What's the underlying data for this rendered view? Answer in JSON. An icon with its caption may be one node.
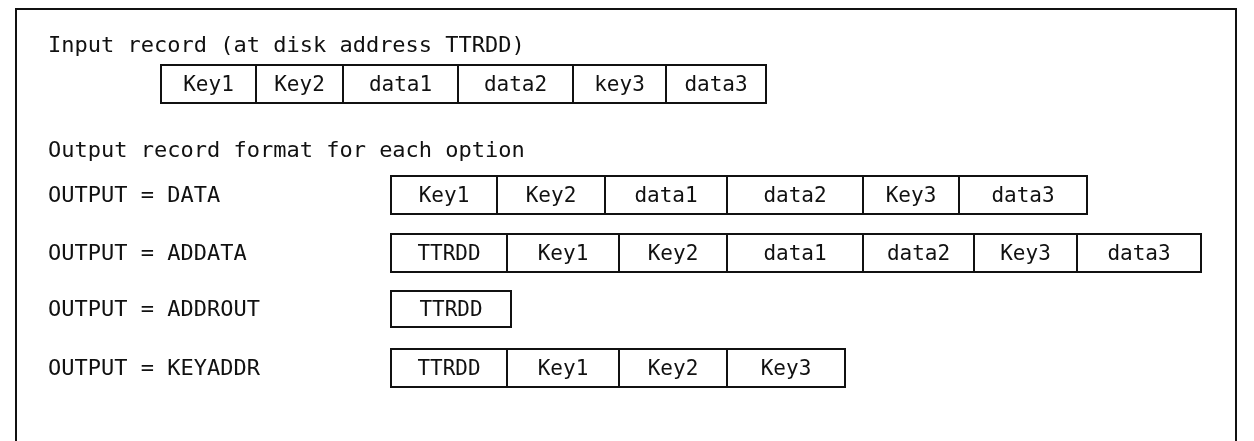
{
  "diagram": {
    "nodes": [
      {
        "text": [
          "Key1"
        ]
      },
      {
        "text": [
          "Key2"
        ]
      },
      {
        "text": [
          "data1"
        ]
      },
      {
        "text": [
          "data2"
        ]
      },
      {
        "text": [
          "key3"
        ]
      },
      {
        "text": [
          "data3"
        ]
      },
      {
        "text": [
          "Key1"
        ]
      },
      {
        "text": [
          "Key2"
        ]
      },
      {
        "text": [
          "data1"
        ]
      },
      {
        "text": [
          "data2"
        ]
      },
      {
        "text": [
          "Key3"
        ]
      },
      {
        "text": [
          "data3"
        ]
      },
      {
        "text": [
          "TTRDD"
        ]
      },
      {
        "text": [
          "Key1"
        ]
      },
      {
        "text": [
          "Key2"
        ]
      },
      {
        "text": [
          "data1"
        ]
      },
      {
        "text": [
          "data2"
        ]
      },
      {
        "text": [
          "Key3"
        ]
      },
      {
        "text": [
          "data3"
        ]
      },
      {
        "text": [
          "TTRDD"
        ]
      },
      {
        "text": [
          "TTRDD"
        ]
      },
      {
        "text": [
          "Key1"
        ]
      },
      {
        "text": [
          "Key2"
        ]
      },
      {
        "text": [
          "Key3"
        ]
      }
    ],
    "labels": [
      "Input record (at disk address TTRDD)",
      "Output record format for each option",
      "OUTPUT = DATA",
      "OUTPUT = ADDATA",
      "OUTPUT = ADDROUT",
      "OUTPUT = KEYADDR"
    ]
  }
}
